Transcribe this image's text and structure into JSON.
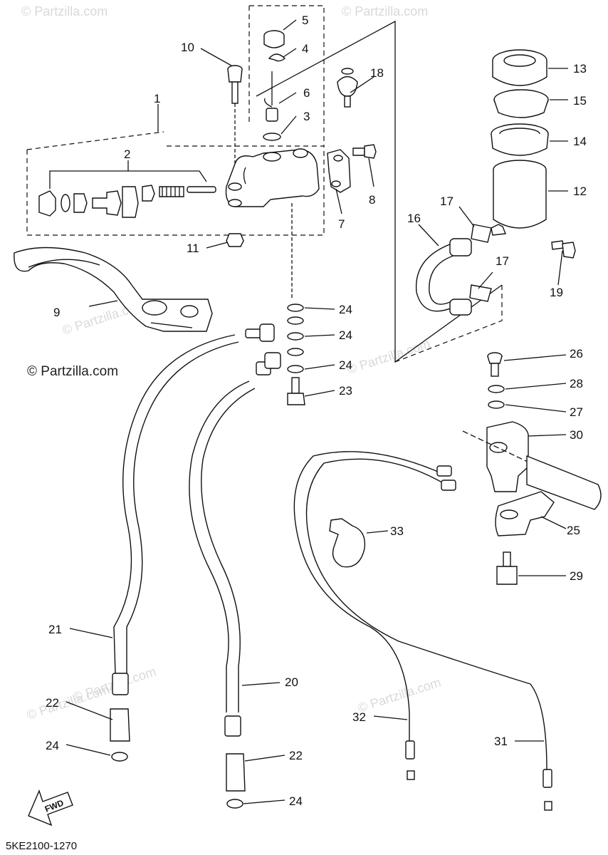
{
  "watermarks": [
    "© Partzilla.com",
    "© Partzilla.com",
    "© Partzilla.com",
    "© Partzilla.com",
    "© Partzilla.com",
    "© Partzilla.com",
    "© Partzilla.com"
  ],
  "watermark_main": "© Partzilla.com",
  "diagram_code": "5KE2100-1270",
  "fwd_label": "FWD",
  "callouts": {
    "c1": "1",
    "c2": "2",
    "c3": "3",
    "c4": "4",
    "c5": "5",
    "c6": "6",
    "c7": "7",
    "c8": "8",
    "c9": "9",
    "c10": "10",
    "c11": "11",
    "c12": "12",
    "c13": "13",
    "c14": "14",
    "c15": "15",
    "c16": "16",
    "c17a": "17",
    "c17b": "17",
    "c18": "18",
    "c19": "19",
    "c20": "20",
    "c21": "21",
    "c22a": "22",
    "c22b": "22",
    "c23": "23",
    "c24a": "24",
    "c24b": "24",
    "c24c": "24",
    "c24d": "24",
    "c24e": "24",
    "c25": "25",
    "c26": "26",
    "c27": "27",
    "c28": "28",
    "c29": "29",
    "c30": "30",
    "c31": "31",
    "c32": "32",
    "c33": "33"
  }
}
